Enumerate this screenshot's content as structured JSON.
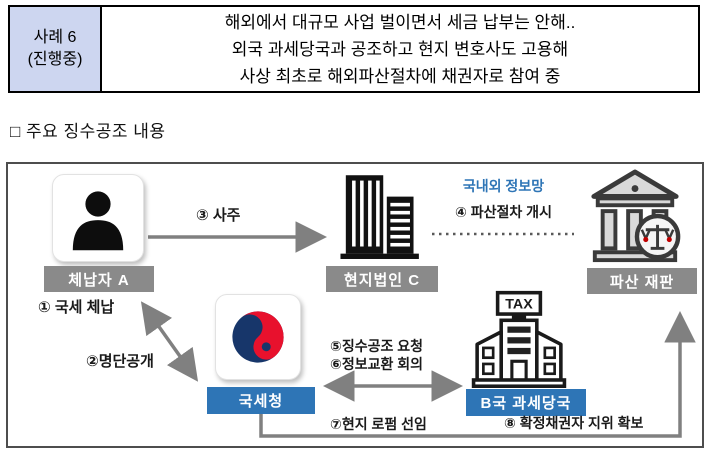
{
  "case_box": {
    "label_line1": "사례 6",
    "label_line2": "(진행중)",
    "lines": [
      "해외에서 대규모 사업 벌이면서 세금 납부는 안해..",
      "외국 과세당국과 공조하고 현지 변호사도 고용해",
      "사상 최초로 해외파산절차에 채권자로 참여 중"
    ]
  },
  "section_heading": "□  주요 징수공조 내용",
  "diagram": {
    "nodes": {
      "delinquent": "체납자 A",
      "local_corp": "현지법인 C",
      "bankruptcy_court": "파산 재판",
      "nts": "국세청",
      "foreign_tax": "B국 과세당국"
    },
    "annotations": {
      "info_network": "국내외 정보망",
      "step1": "① 국세 체납",
      "step2": "②명단공개",
      "step3": "③ 사주",
      "step4": "④ 파산절차 개시",
      "step5": "⑤징수공조 요청",
      "step6": "⑥정보교환 회의",
      "step7": "⑦현지 로펌 선임",
      "step8": "⑧ 확정채권자 지위 확보"
    },
    "tax_sign": "TAX"
  },
  "colors": {
    "accent-blue": "#2E75B6",
    "label-gray": "#8a8a8a",
    "arrow-gray": "#808080",
    "cell-lavender": "#CDD6F0",
    "logo-navy": "#17366A",
    "logo-red": "#E8112D"
  }
}
